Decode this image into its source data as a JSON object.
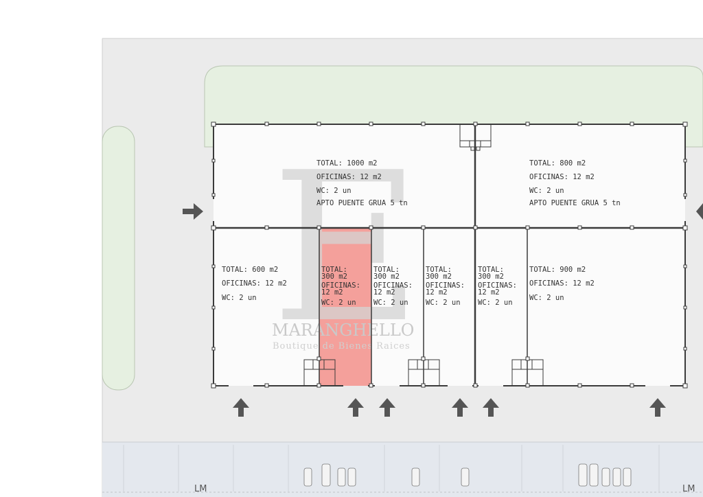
{
  "colors": {
    "background": "#ebebeb",
    "green_area": "#e6f0e1",
    "street": "#e4e8ee",
    "highlight": "#f28b85",
    "walls": "#3a3a3a",
    "arrow": "#555555"
  },
  "units": [
    {
      "id": "u1000",
      "lines": [
        "TOTAL: 1000 m2",
        "OFICINAS: 12 m2",
        "WC: 2 un",
        "APTO PUENTE GRUA 5 tn"
      ]
    },
    {
      "id": "u800",
      "lines": [
        "TOTAL: 800 m2",
        "OFICINAS: 12 m2",
        "WC: 2 un",
        "APTO PUENTE GRUA 5 tn"
      ]
    },
    {
      "id": "u600",
      "lines": [
        "TOTAL: 600 m2",
        "OFICINAS: 12 m2",
        "WC: 2 un"
      ]
    },
    {
      "id": "u300a",
      "highlighted": true,
      "lines": [
        "TOTAL:",
        "300 m2",
        "OFICINAS:",
        "12 m2",
        "WC: 2 un"
      ]
    },
    {
      "id": "u300b",
      "lines": [
        "TOTAL:",
        "300 m2",
        "OFICINAS:",
        "12 m2",
        "WC: 2 un"
      ]
    },
    {
      "id": "u300c",
      "lines": [
        "TOTAL:",
        "300 m2",
        "OFICINAS:",
        "12 m2",
        "WC: 2 un"
      ]
    },
    {
      "id": "u300d",
      "lines": [
        "TOTAL:",
        "300 m2",
        "OFICINAS:",
        "12 m2",
        "WC: 2 un"
      ]
    },
    {
      "id": "u900",
      "lines": [
        "TOTAL: 900 m2",
        "OFICINAS: 12 m2",
        "WC: 2 un"
      ]
    }
  ],
  "street_label_left": "LM",
  "street_label_right": "LM",
  "watermark": {
    "letter": "E",
    "name": "MARANGHELLO",
    "tagline": "Boutique de Bienes Raices"
  },
  "icons": [
    "arrow-right-icon",
    "arrow-left-icon",
    "arrow-up-icon",
    "car-icon"
  ]
}
